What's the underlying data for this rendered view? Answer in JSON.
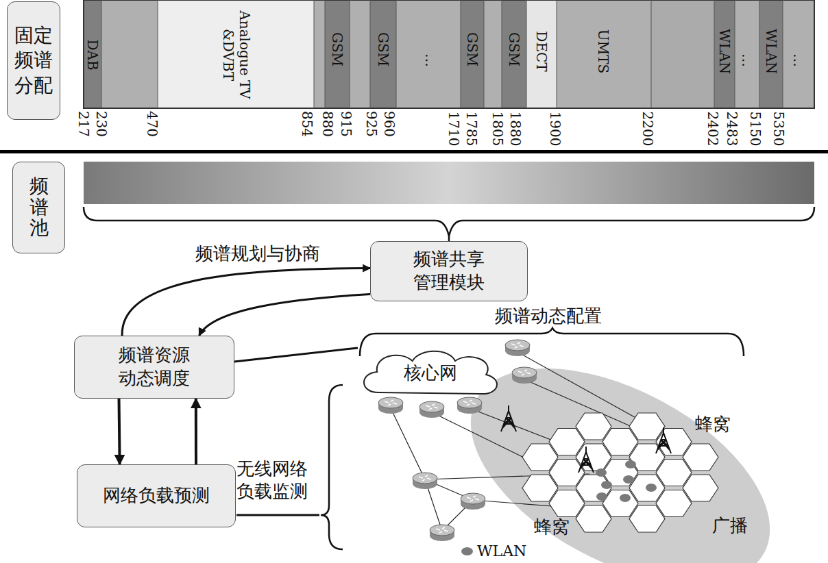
{
  "diagram": {
    "nodes": [
      {
        "text": [
          "固定 频谱 分配"
        ]
      },
      {
        "text": [
          "频谱池"
        ]
      },
      {
        "text": [
          "频谱共享 管理模块"
        ]
      },
      {
        "text": [
          "频谱资源 动态调度"
        ]
      },
      {
        "text": [
          "网络负载预测"
        ]
      },
      {
        "text": [
          "核心网"
        ]
      }
    ],
    "edges": [
      {
        "from": 3,
        "to": 2,
        "label": "频谱规划与协商",
        "arrow": "to"
      },
      {
        "from": 2,
        "to": 3,
        "arrow": "to"
      },
      {
        "from": 3,
        "to": 4,
        "arrow": "to"
      },
      {
        "from": 4,
        "to": 3,
        "arrow": "to"
      }
    ],
    "labels": [
      "DAB",
      "Analogue TV &DVBT",
      "GSM",
      "GSM",
      "…",
      "GSM",
      "GSM",
      "DECT",
      "UMTS",
      "WLAN",
      "…",
      "WLAN",
      "…",
      "217",
      "230",
      "470",
      "854",
      "880",
      "915",
      "925",
      "960",
      "1710",
      "1785",
      "1805",
      "1880",
      "1900",
      "2200",
      "2402",
      "2483",
      "5150",
      "5350",
      "频谱动态配置",
      "无线网络 负载监测",
      "蜂窝",
      "蜂窝",
      "广播"
    ],
    "legend": [
      {
        "text": "WLAN",
        "color": "#7a7a7a"
      }
    ]
  }
}
